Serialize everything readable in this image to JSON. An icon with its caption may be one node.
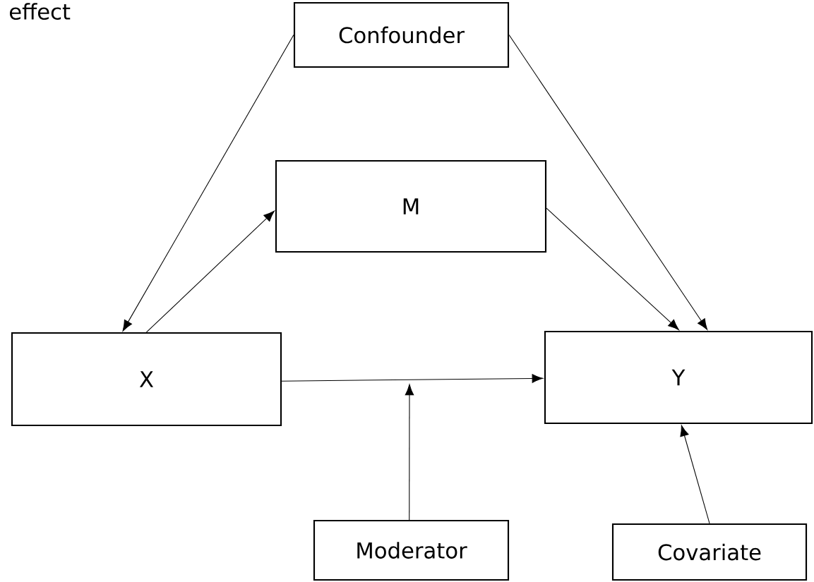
{
  "diagram": {
    "nodes": [
      {
        "text": [
          "Confounder"
        ]
      },
      {
        "text": [
          "M"
        ]
      },
      {
        "text": [
          "X"
        ]
      },
      {
        "text": [
          "Y"
        ]
      },
      {
        "text": [
          "Moderator"
        ]
      },
      {
        "text": [
          "Covariate"
        ]
      }
    ],
    "edges": [
      {
        "from": 0,
        "to": 2,
        "arrow": "to"
      },
      {
        "from": 2,
        "to": 1,
        "arrow": "to"
      },
      {
        "from": 1,
        "to": 3,
        "arrow": "to"
      },
      {
        "from": 0,
        "to": 3,
        "arrow": "to"
      },
      {
        "from": 2,
        "to": 3,
        "arrow": "to"
      },
      {
        "from": 4,
        "to": null,
        "arrow": "to"
      },
      {
        "from": 5,
        "to": 3,
        "arrow": "to"
      }
    ],
    "labels": [
      "effect"
    ]
  }
}
